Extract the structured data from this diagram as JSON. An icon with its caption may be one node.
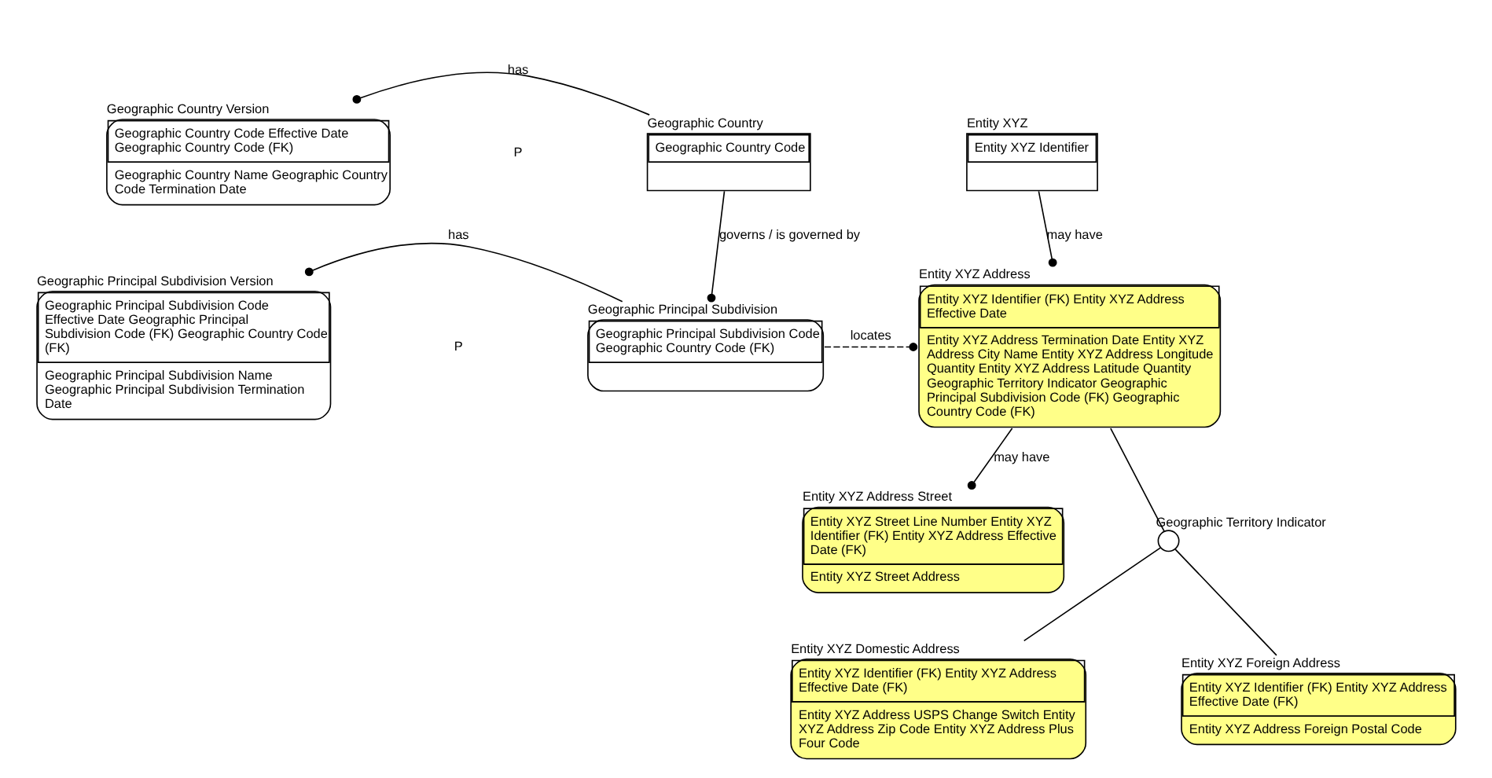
{
  "diagram": {
    "nodes": [
      {
        "text": [
          "Geographic Country Version",
          "Geographic Country Code Effective Date Geographic Country Code (FK)",
          "Geographic Country Name Geographic Country Code Termination Date"
        ]
      },
      {
        "text": [
          "Geographic Country",
          "Geographic Country Code"
        ]
      },
      {
        "text": [
          "Entity XYZ",
          "Entity XYZ Identifier"
        ]
      },
      {
        "text": [
          "Geographic Principal Subdivision Version",
          "Geographic Principal Subdivision Code Effective Date Geographic Principal Subdivision Code (FK) Geographic Country Code (FK)",
          "Geographic Principal Subdivision Name Geographic Principal Subdivision Termination Date"
        ]
      },
      {
        "text": [
          "Geographic Principal Subdivision",
          "Geographic Principal Subdivision Code Geographic Country Code (FK)"
        ]
      },
      {
        "text": [
          "Entity XYZ Address",
          "Entity XYZ Identifier (FK) Entity XYZ Address Effective Date",
          "Entity XYZ Address Termination Date Entity XYZ Address City Name Entity XYZ Address Longitude Quantity Entity XYZ Address Latitude Quantity Geographic Territory Indicator Geographic Principal Subdivision Code (FK) Geographic Country Code (FK)"
        ]
      },
      {
        "text": [
          "Entity XYZ Address Street",
          "Entity XYZ Street Line Number Entity XYZ Identifier (FK) Entity XYZ Address Effective Date (FK)",
          "Entity XYZ Street Address"
        ]
      },
      {
        "text": [],
        "shape": "circle",
        "beside": [
          "Geographic Territory Indicator"
        ]
      },
      {
        "text": [
          "Entity XYZ Domestic Address",
          "Entity XYZ Identifier (FK) Entity XYZ Address Effective Date (FK)",
          "Entity XYZ Address USPS Change Switch Entity XYZ Address Zip Code Entity XYZ Address Plus Four Code"
        ]
      },
      {
        "text": [
          "Entity XYZ Foreign Address",
          "Entity XYZ Identifier (FK) Entity XYZ Address Effective Date (FK)",
          "Entity XYZ Address Foreign Postal Code"
        ]
      }
    ],
    "edges": [
      {
        "from": 1,
        "to": 0,
        "arrow": "other",
        "label": "has"
      },
      {
        "from": 1,
        "to": 4,
        "arrow": "other",
        "label": "governs / is governed by"
      },
      {
        "from": 4,
        "to": 3,
        "arrow": "other",
        "label": "has"
      },
      {
        "from": 2,
        "to": 5,
        "arrow": "other",
        "label": "may have"
      },
      {
        "from": 4,
        "to": 5,
        "arrow": "other",
        "label": "locates",
        "style": "dashed"
      },
      {
        "from": 5,
        "to": 6,
        "arrow": "other",
        "label": "may have"
      },
      {
        "from": 5,
        "to": 7,
        "arrow": "none"
      },
      {
        "from": 7,
        "to": 8,
        "arrow": "none"
      },
      {
        "from": 7,
        "to": 9,
        "arrow": "none"
      }
    ],
    "labels": [
      "P",
      "P"
    ]
  }
}
